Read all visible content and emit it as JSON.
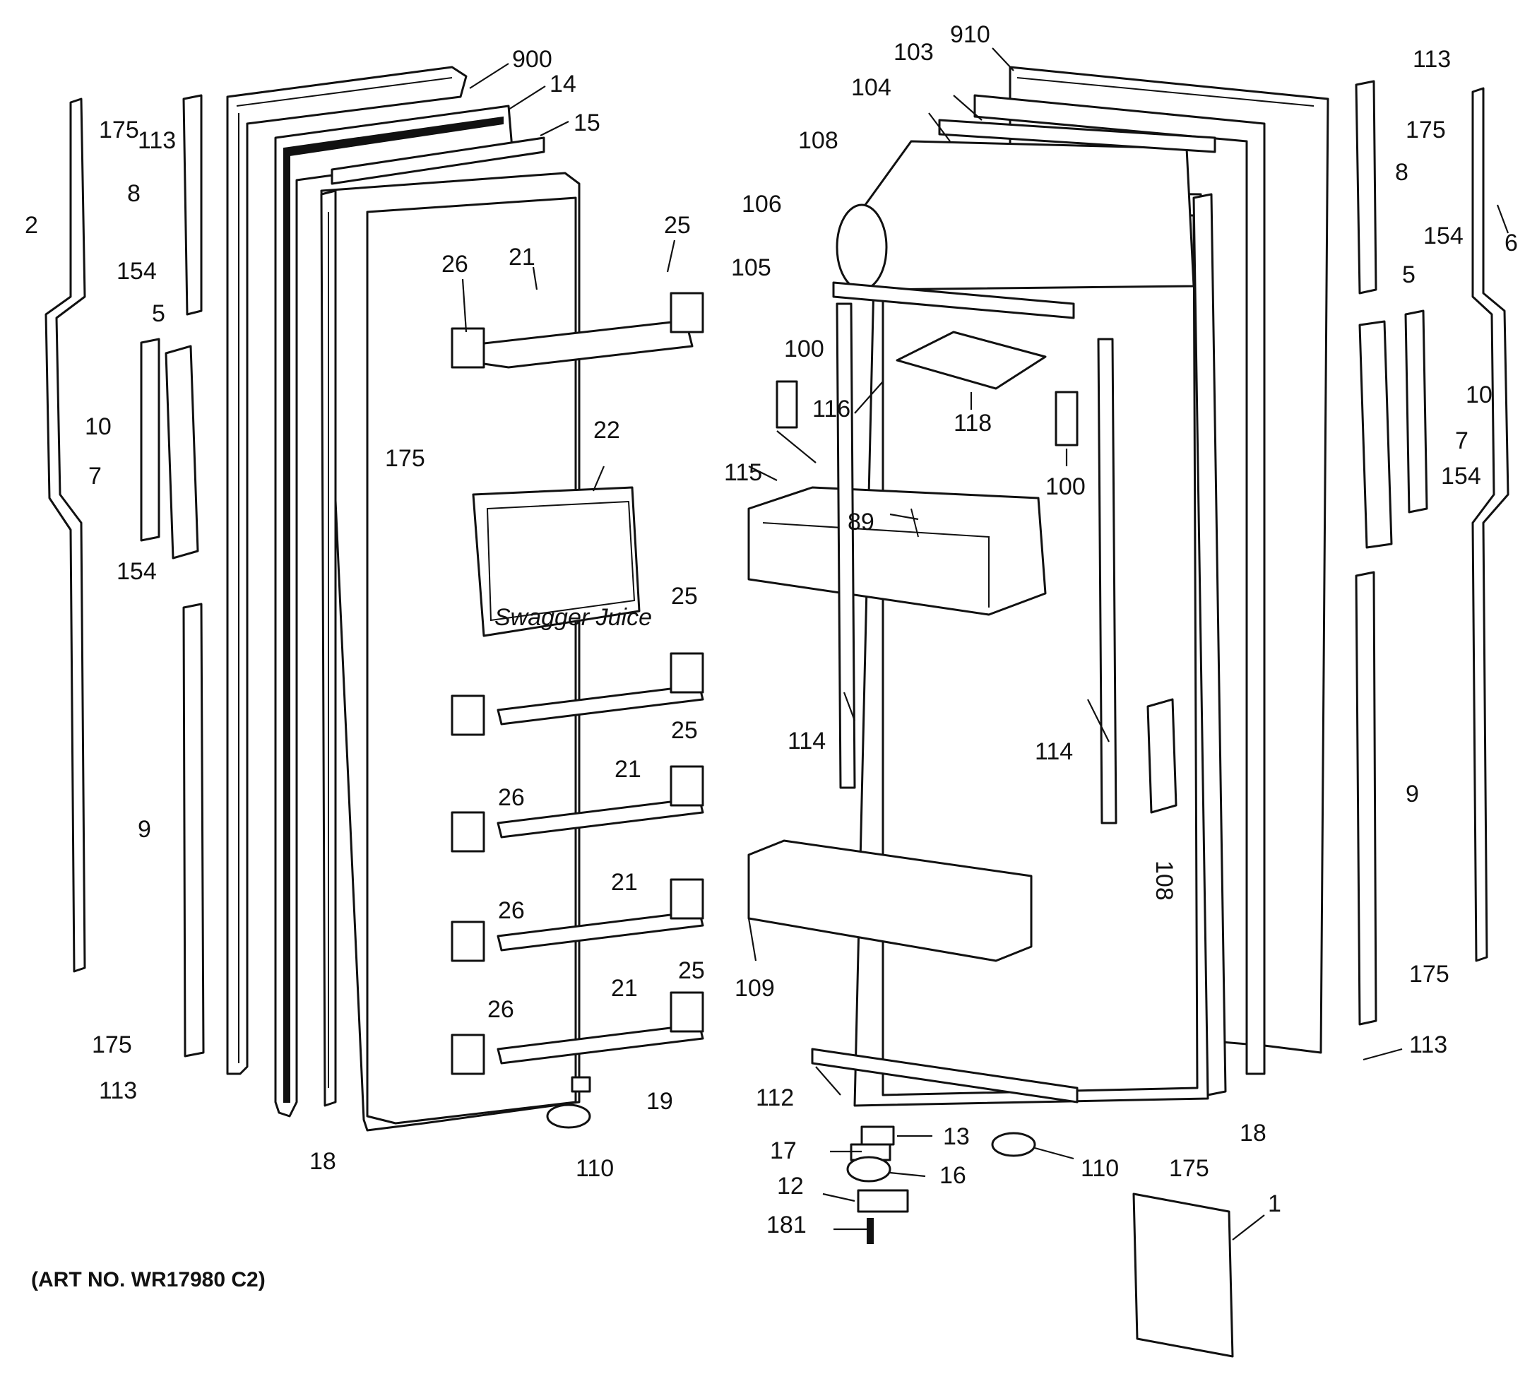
{
  "art_number": "(ART NO. WR17980 C2)",
  "callouts": [
    "900",
    "14",
    "15",
    "175",
    "113",
    "8",
    "2",
    "154",
    "5",
    "10",
    "7",
    "26",
    "21",
    "25",
    "22",
    "9",
    "18",
    "19",
    "110",
    "910",
    "103",
    "104",
    "108",
    "106",
    "105",
    "100",
    "116",
    "118",
    "115",
    "89",
    "114",
    "109",
    "112",
    "13",
    "17",
    "16",
    "12",
    "181",
    "1",
    "6"
  ],
  "manual_text": "Swagger Juice"
}
